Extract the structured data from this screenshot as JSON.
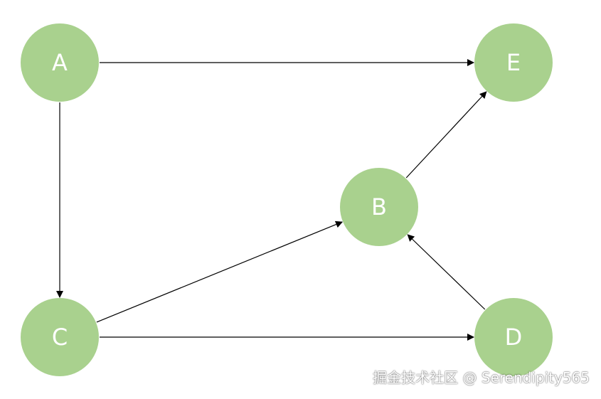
{
  "graph": {
    "node_color": "#a9d18e",
    "label_color": "#ffffff",
    "edge_color": "#000000",
    "nodes": [
      {
        "id": "A",
        "label": "A"
      },
      {
        "id": "E",
        "label": "E"
      },
      {
        "id": "B",
        "label": "B"
      },
      {
        "id": "C",
        "label": "C"
      },
      {
        "id": "D",
        "label": "D"
      }
    ],
    "edges": [
      {
        "from": "A",
        "to": "E"
      },
      {
        "from": "A",
        "to": "C"
      },
      {
        "from": "C",
        "to": "B"
      },
      {
        "from": "C",
        "to": "D"
      },
      {
        "from": "D",
        "to": "B"
      },
      {
        "from": "B",
        "to": "E"
      }
    ]
  },
  "watermark": {
    "text": "掘金技术社区 @ Serendipity565"
  }
}
